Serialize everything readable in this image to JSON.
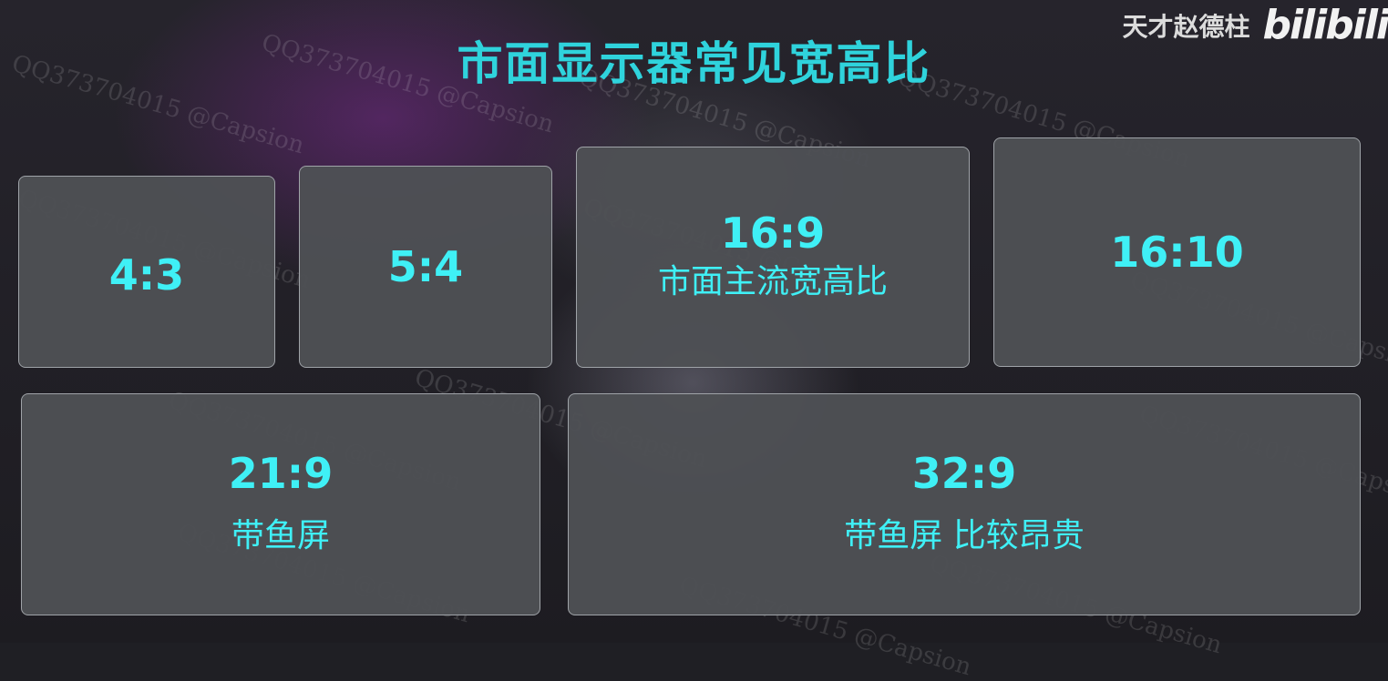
{
  "title": "市面显示器常见宽高比",
  "brand": {
    "author": "天才赵德柱",
    "logo_text": "bilibili"
  },
  "cards": [
    {
      "ratio": "4:3",
      "note": ""
    },
    {
      "ratio": "5:4",
      "note": ""
    },
    {
      "ratio": "16:9",
      "note": "市面主流宽高比"
    },
    {
      "ratio": "16:10",
      "note": ""
    },
    {
      "ratio": "21:9",
      "note": "带鱼屏"
    },
    {
      "ratio": "32:9",
      "note": "带鱼屏 比较昂贵"
    }
  ],
  "watermark": "QQ373704015 @Capsion"
}
